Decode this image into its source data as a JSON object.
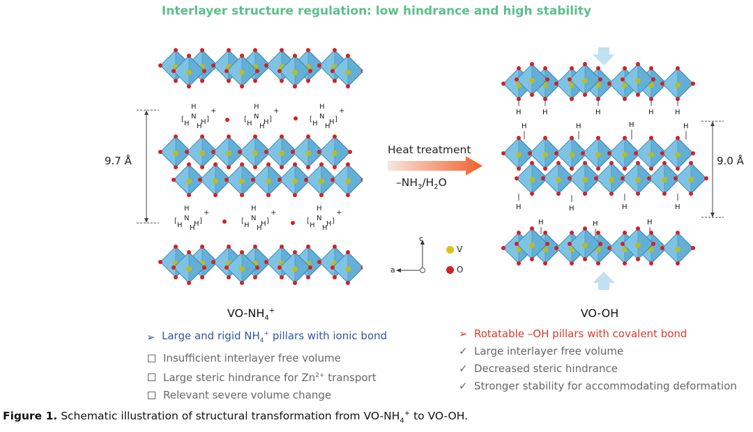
{
  "figure_title": "Interlayer structure regulation: low hindrance and high stability",
  "left": {
    "spacing": "9.7 Å",
    "label_main": "VO-NH",
    "label_sub": "4",
    "label_sup": "+",
    "headline_pre": "Large and rigid NH",
    "headline_sup": "4",
    "headline_sup2": "+",
    "headline_post": " pillars with ionic bond",
    "items": [
      {
        "text": "Insufficient interlayer free volume"
      },
      {
        "pre": "Large steric hindrance for Zn",
        "sup": "2+",
        "post": " transport"
      },
      {
        "text": "Relevant severe volume change"
      }
    ]
  },
  "right": {
    "spacing": "9.0 Å",
    "label": "VO-OH",
    "headline": "Rotatable –OH pillars with covalent bond",
    "items": [
      "Large interlayer free volume",
      "Decreased steric hindrance",
      "Stronger stability for accommodating deformation"
    ]
  },
  "arrow": {
    "top_label": "Heat treatment",
    "bottom_pre": "–NH",
    "bottom_sub1": "3",
    "bottom_mid": "/H",
    "bottom_sub2": "2",
    "bottom_post": "O"
  },
  "axes": {
    "c": "c",
    "a": "a"
  },
  "legend": [
    {
      "symbol": "V",
      "color": "#d8c21e"
    },
    {
      "symbol": "O",
      "color": "#d32020"
    }
  ],
  "nh4_symbol": {
    "n": "N",
    "h": "H",
    "charge": "+"
  },
  "oh_h": "H",
  "caption": {
    "prefix": "Figure 1.",
    "pre": " Schematic illustration of structural transformation from VO-NH",
    "sub": "4",
    "sup": "+",
    "post": " to VO-OH."
  },
  "colors": {
    "title": "#5bbf8c",
    "blue_headline": "#2f57a6",
    "red_headline": "#d93a2a",
    "octahedron": "#7fc3e4",
    "arrow_start": "#f6e0d6",
    "arrow_end": "#f0602a"
  }
}
